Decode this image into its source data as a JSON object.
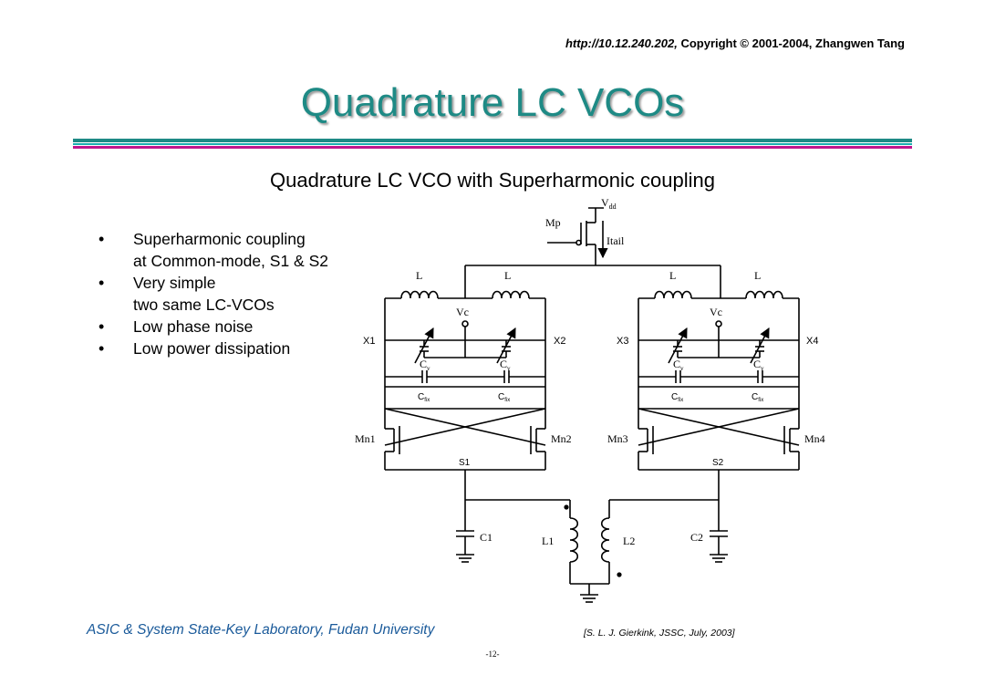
{
  "header": {
    "url": "http://10.12.240.202,",
    "copyright": "Copyright © 2001-2004,  Zhangwen Tang"
  },
  "slide": {
    "title": "Quadrature LC VCOs",
    "subtitle": "Quadrature LC VCO with Superharmonic coupling",
    "colors": {
      "title": "#1e8a85",
      "bar_teal": "#1e8a85",
      "bar_magenta": "#c0168c",
      "footer": "#1a5a9a"
    }
  },
  "bullets": [
    {
      "line1": "Superharmonic coupling",
      "line2": "at Common-mode, S1 & S2"
    },
    {
      "line1": "Very simple",
      "line2": "two same LC-VCOs"
    },
    {
      "line1": "Low phase noise",
      "line2": ""
    },
    {
      "line1": "Low power dissipation",
      "line2": ""
    }
  ],
  "schematic": {
    "vdd_v": "V",
    "vdd_sub": "dd",
    "mp": "Mp",
    "itail": "Itail",
    "inductor_label": "L",
    "vc": "Vc",
    "cv_c": "C",
    "cv_sub": "v",
    "cfix_c": "C",
    "cfix_sub": "fix",
    "nodes": {
      "x1": "X1",
      "x2": "X2",
      "x3": "X3",
      "x4": "X4",
      "s1": "S1",
      "s2": "S2"
    },
    "transistors": {
      "mn1": "Mn1",
      "mn2": "Mn2",
      "mn3": "Mn3",
      "mn4": "Mn4"
    },
    "caps": {
      "c1": "C1",
      "c2": "C2"
    },
    "coils": {
      "l1": "L1",
      "l2": "L2"
    }
  },
  "footer": {
    "lab": "ASIC & System State-Key Laboratory, Fudan University",
    "reference": "[S. L. J. Gierkink, JSSC, July, 2003]",
    "page": "-12-"
  }
}
